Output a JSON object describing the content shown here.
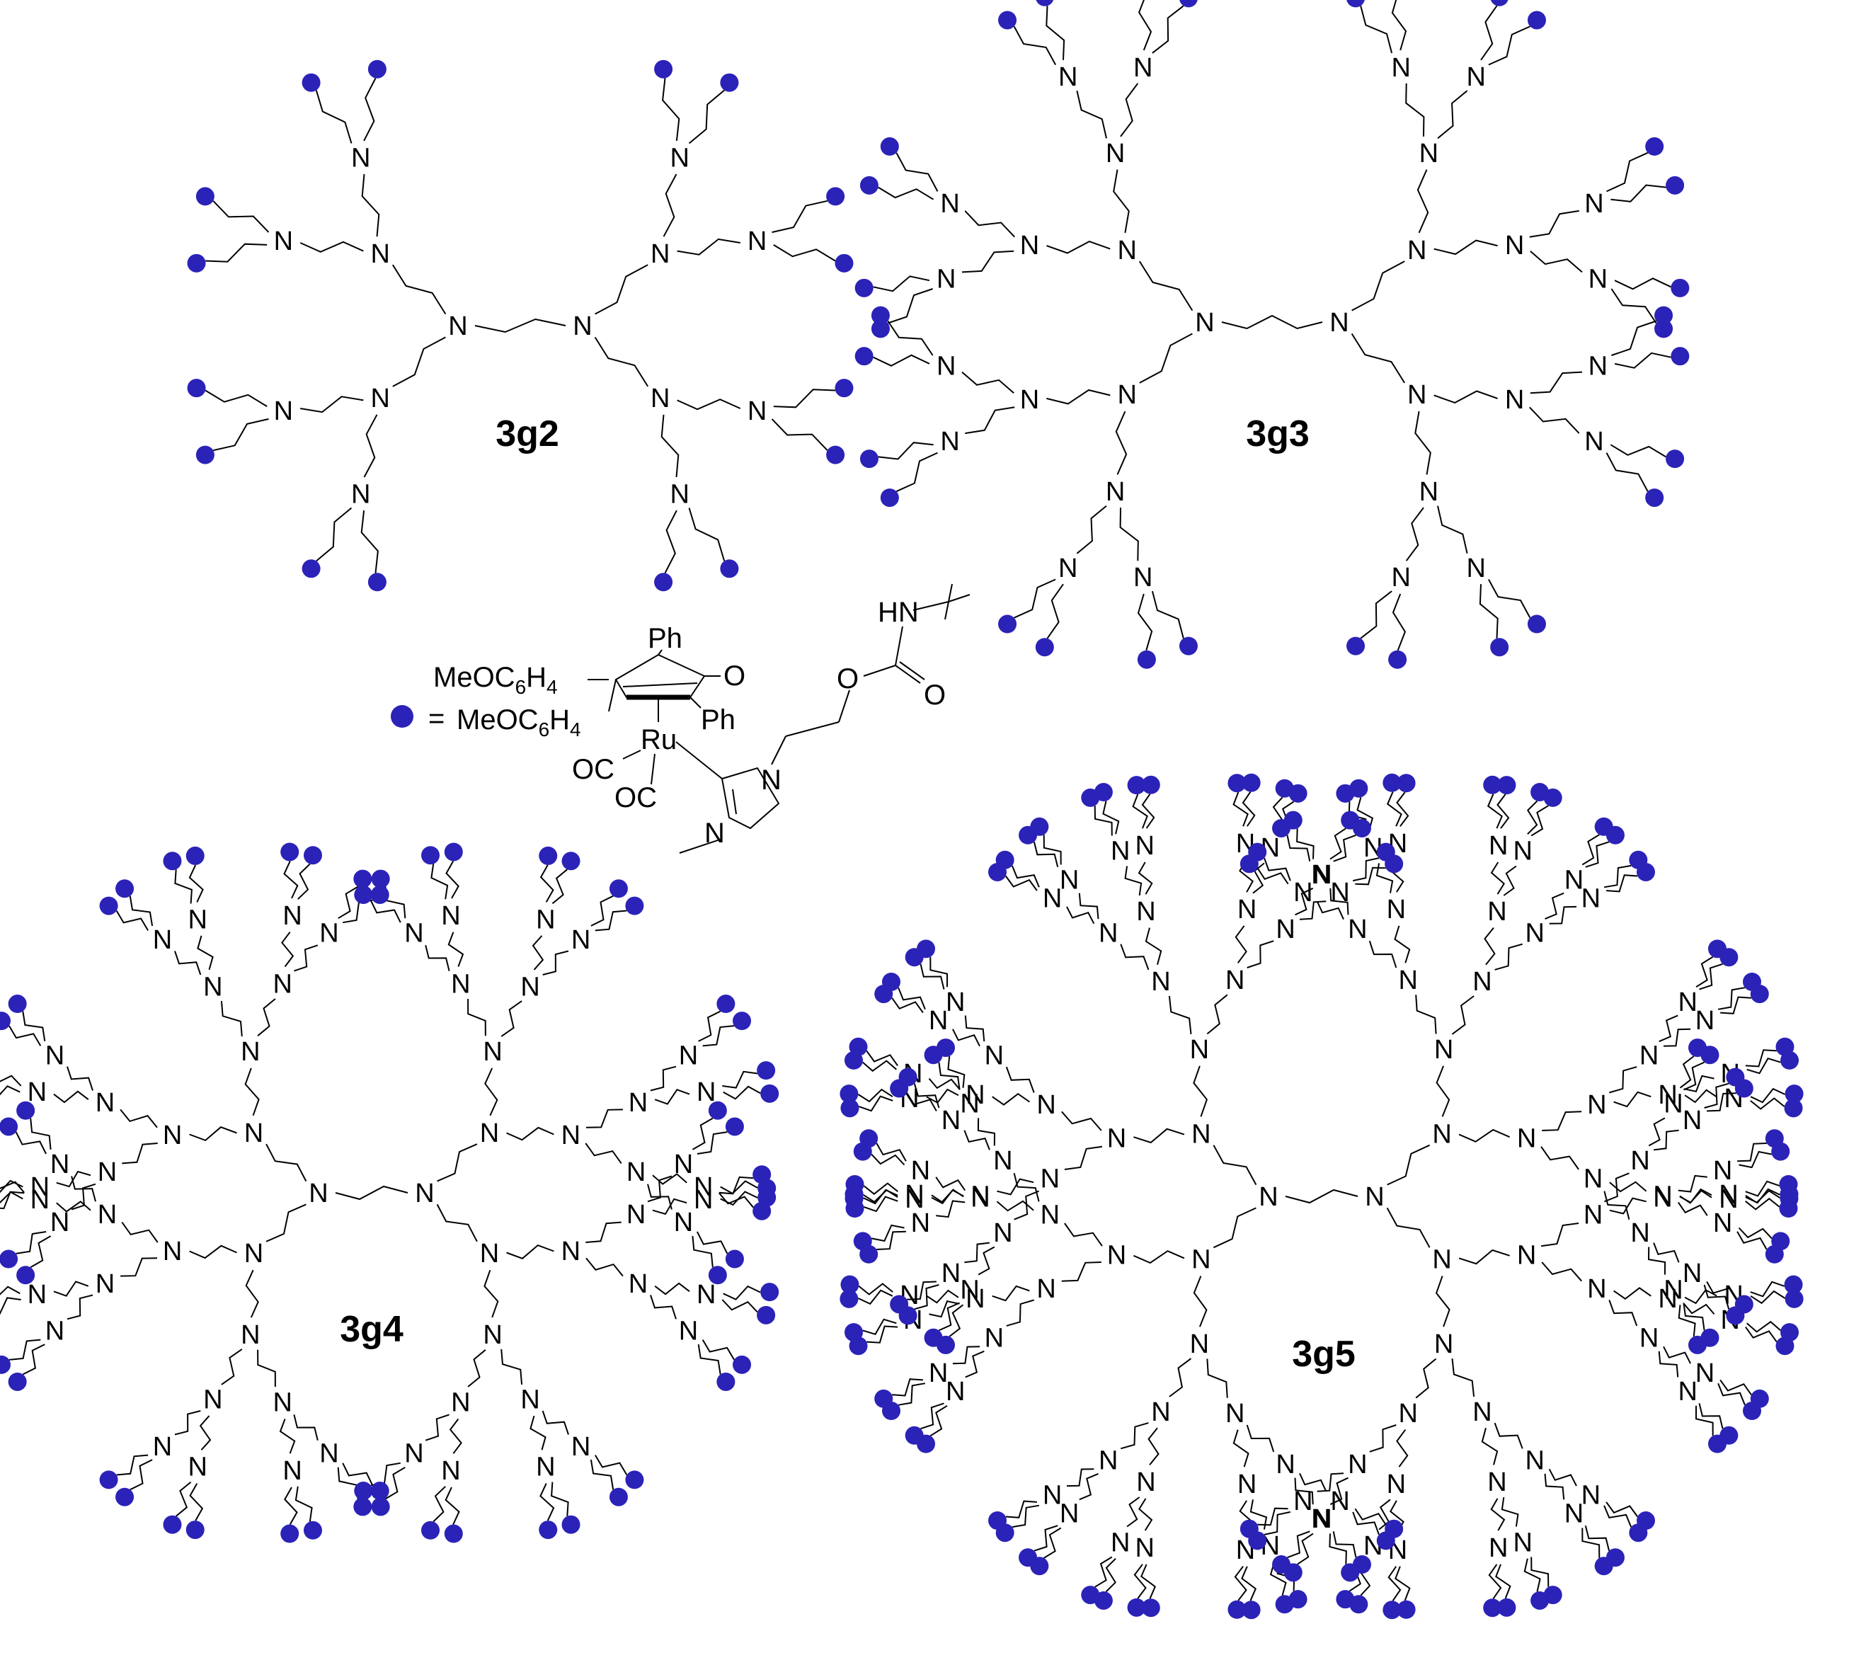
{
  "colors": {
    "end_group": "#2b22b8",
    "ink": "#000000",
    "background": "#ffffff"
  },
  "atom_label": "N",
  "dendrimers": [
    {
      "label": "3g2"
    },
    {
      "label": "3g3"
    },
    {
      "label": "3g4"
    },
    {
      "label": "3g5"
    }
  ],
  "legend": {
    "equals": "=",
    "aryl1": "MeOC",
    "aryl1_sub1": "6",
    "aryl1_mid": "H",
    "aryl1_sub2": "4",
    "aryl2": "MeOC",
    "aryl2_sub1": "6",
    "aryl2_mid": "H",
    "aryl2_sub2": "4",
    "ph_top": "Ph",
    "ph_right": "Ph",
    "oxo": "O",
    "metal": "Ru",
    "co1": "OC",
    "co2": "OC",
    "imid_n1": "N",
    "imid_n2": "N",
    "ester_o": "O",
    "carbonyl_o": "O",
    "amide_nh": "HN"
  }
}
